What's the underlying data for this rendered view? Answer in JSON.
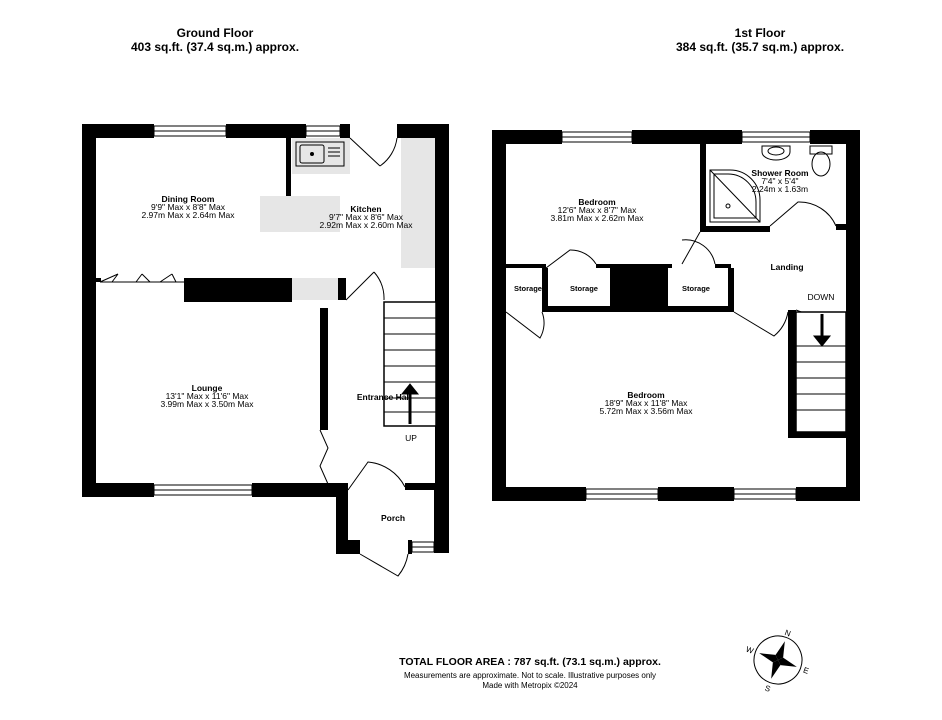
{
  "ground_floor": {
    "title": "Ground Floor",
    "area": "403 sq.ft. (37.4 sq.m.) approx.",
    "rooms": {
      "dining": {
        "name": "Dining Room",
        "imperial": "9'9\" Max x 8'8\" Max",
        "metric": "2.97m Max x 2.64m Max"
      },
      "kitchen": {
        "name": "Kitchen",
        "imperial": "9'7\" Max x 8'6\" Max",
        "metric": "2.92m Max x 2.60m Max"
      },
      "lounge": {
        "name": "Lounge",
        "imperial": "13'1\" Max x 11'6\" Max",
        "metric": "3.99m Max x 3.50m Max"
      },
      "hall": {
        "name": "Entrance Hall"
      },
      "porch": {
        "name": "Porch"
      }
    },
    "stairs_label": "UP"
  },
  "first_floor": {
    "title": "1st Floor",
    "area": "384 sq.ft. (35.7 sq.m.) approx.",
    "rooms": {
      "bed1": {
        "name": "Bedroom",
        "imperial": "12'6\" Max x 8'7\" Max",
        "metric": "3.81m Max x 2.62m Max"
      },
      "shower": {
        "name": "Shower Room",
        "imperial": "7'4\" x 5'4\"",
        "metric": "2.24m x 1.63m"
      },
      "bed2": {
        "name": "Bedroom",
        "imperial": "18'9\" Max x 11'8\" Max",
        "metric": "5.72m Max x 3.56m Max"
      },
      "landing": {
        "name": "Landing"
      },
      "storage1": {
        "name": "Storage"
      },
      "storage2": {
        "name": "Storage"
      },
      "storage3": {
        "name": "Storage"
      }
    },
    "stairs_label": "DOWN"
  },
  "footer": {
    "total": "TOTAL FLOOR AREA : 787 sq.ft. (73.1 sq.m.) approx.",
    "disclaimer": "Measurements are approximate.  Not to scale.  Illustrative purposes only",
    "made_with": "Made with Metropix ©2024"
  },
  "compass": {
    "n": "N",
    "e": "E",
    "s": "S",
    "w": "W"
  }
}
